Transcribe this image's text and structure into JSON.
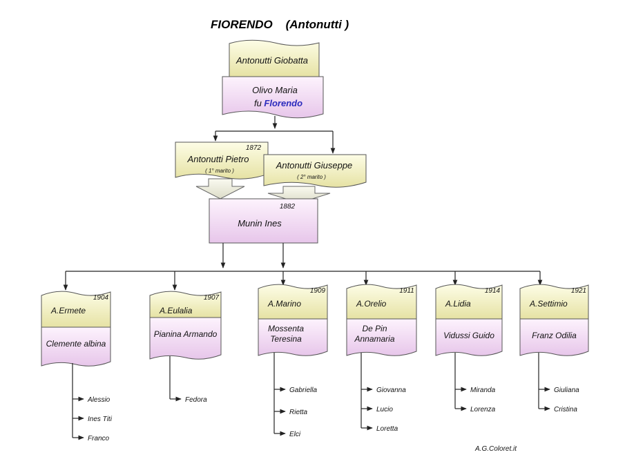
{
  "title": "FIORENDO    (Antonutti )",
  "top": {
    "person": "Antonutti Giobatta",
    "spouse_line1": "Olivo Maria",
    "spouse_line2_prefix": "fu ",
    "spouse_line2_name": "Florendo"
  },
  "husbands": [
    {
      "name": "Antonutti Pietro",
      "year": "1872",
      "note": "( 1° marito )"
    },
    {
      "name": "Antonutti Giuseppe",
      "year": "",
      "note": "( 2° marito )"
    }
  ],
  "wife": {
    "name": "Munin Ines",
    "year": "1882"
  },
  "children": [
    {
      "name": "A.Ermete",
      "year": "1904",
      "spouse": [
        "Clemente albina"
      ],
      "kids": [
        "Alessio",
        "Ines Titi",
        "Franco"
      ]
    },
    {
      "name": "A.Eulalia",
      "year": "1907",
      "spouse": [
        "Pianina Armando"
      ],
      "kids": [
        "Fedora"
      ]
    },
    {
      "name": "A.Marino",
      "year": "1909",
      "spouse": [
        "Mossenta",
        "Teresina"
      ],
      "kids": [
        "Gabriella",
        "Rietta",
        "Elci"
      ]
    },
    {
      "name": "A.Orelio",
      "year": "1911",
      "spouse": [
        "De Pin",
        "Annamaria"
      ],
      "kids": [
        "Giovanna",
        "Lucio",
        "Loretta"
      ]
    },
    {
      "name": "A.Lidia",
      "year": "1914",
      "spouse": [
        "Vidussi Guido"
      ],
      "kids": [
        "Miranda",
        "Lorenza"
      ]
    },
    {
      "name": "A.Settimio",
      "year": "1921",
      "spouse": [
        "Franz Odilia"
      ],
      "kids": [
        "Giuliana",
        "Cristina"
      ]
    }
  ],
  "credit": "A.G.Coloret.it",
  "colors": {
    "yellow_light": "#fdfde6",
    "yellow_dark": "#e6e2a4",
    "pink_light": "#fdf3fd",
    "pink_dark": "#e7c6ea"
  }
}
